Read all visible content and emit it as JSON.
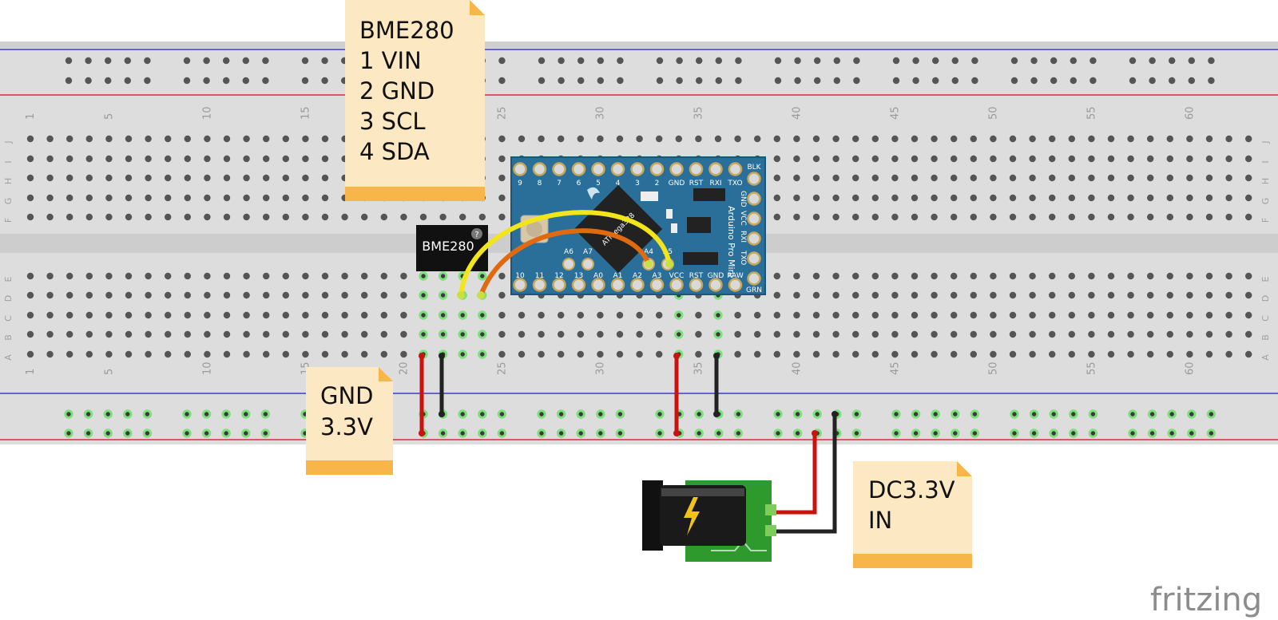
{
  "notes": {
    "bme_pins": {
      "lines": [
        "BME280",
        "1 VIN",
        "2 GND",
        "3 SCL",
        "4 SDA"
      ]
    },
    "power_rails": {
      "lines": [
        "GND",
        "3.3V"
      ]
    },
    "dc_input": {
      "lines": [
        "DC3.3V",
        "IN"
      ]
    }
  },
  "sensor": {
    "label": "BME280",
    "badge": "?"
  },
  "arduino": {
    "silkscreen_name": "Arduino Pro Mini",
    "chip_marking": "ATmega328",
    "top_pins": [
      "9",
      "8",
      "7",
      "6",
      "5",
      "4",
      "3",
      "2",
      "GND",
      "RST",
      "RXI",
      "TXO"
    ],
    "bottom_pins": [
      "10",
      "11",
      "12",
      "13",
      "A0",
      "A1",
      "A2",
      "A3",
      "VCC",
      "RST",
      "GND",
      "RAW"
    ],
    "inner_pins": [
      "A6",
      "A7",
      "A4",
      "A5"
    ],
    "side_labels": {
      "top": "BLK",
      "bottom": "GRN"
    },
    "side_pins": [
      "GND",
      "VCC",
      "RXI",
      "TXO"
    ]
  },
  "breadboard": {
    "column_numbers": [
      "1",
      "5",
      "10",
      "15",
      "20",
      "25",
      "30",
      "35",
      "40",
      "45",
      "50",
      "55",
      "60"
    ],
    "rows_top": [
      "J",
      "I",
      "H",
      "G",
      "F"
    ],
    "rows_bottom": [
      "E",
      "D",
      "C",
      "B",
      "A"
    ]
  },
  "logo": "fritzing",
  "colors": {
    "note_fill": "#fde8c4",
    "note_band": "#f7b54a",
    "board_bg": "#dcdcdc",
    "rail_red": "#d63030",
    "rail_blue": "#3030c8",
    "arduino_blue": "#2a6f9a",
    "wire_red": "#cc1111",
    "wire_black": "#222222",
    "wire_yellow": "#f2e51c",
    "wire_orange": "#e06a10",
    "pcb_green": "#2e9a2e"
  }
}
